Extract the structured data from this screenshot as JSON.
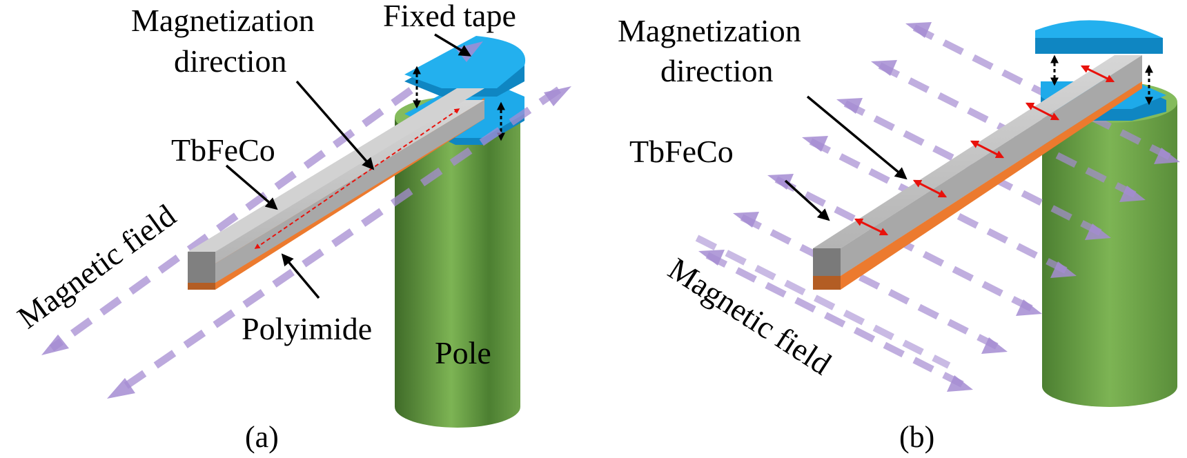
{
  "panel_a": {
    "caption": "(a)",
    "labels": {
      "fixed_tape": "Fixed tape",
      "magnetization_line1": "Magnetization",
      "magnetization_line2": "direction",
      "tbfeco": "TbFeCo",
      "magnetic_field": "Magnetic field",
      "polyimide": "Polyimide",
      "pole": "Pole"
    }
  },
  "panel_b": {
    "caption": "(b)",
    "labels": {
      "magnetization_line1": "Magnetization",
      "magnetization_line2": "direction",
      "tbfeco": "TbFeCo",
      "magnetic_field": "Magnetic field"
    }
  },
  "colors": {
    "field_arrow": "#a58cd2",
    "magnetization_arrow": "#e8120c",
    "tape": "#1eaaea",
    "tape_side": "#0f86c2",
    "pole": "#6fa24a",
    "pole_dark": "#3f6b28",
    "tbfeco": "#c4c4c4",
    "polyimide": "#ec7a2e",
    "callout": "#000000"
  }
}
